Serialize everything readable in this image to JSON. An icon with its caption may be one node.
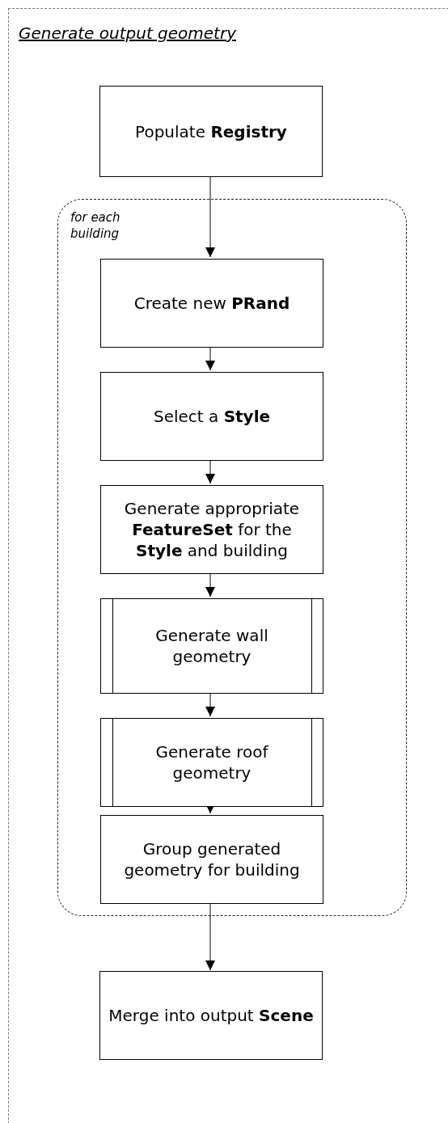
{
  "diagram": {
    "nodes": [
      {
        "text": [
          "Generate output geometry"
        ]
      },
      {
        "text": [
          "Populate **Registry**"
        ],
        "in": 0
      },
      {
        "text": [
          "for each building"
        ],
        "in": 0
      },
      {
        "text": [
          "Create new **PRand**"
        ],
        "in": 2
      },
      {
        "text": [
          "Select a **Style**"
        ],
        "in": 2
      },
      {
        "text": [
          "Generate appropriate **FeatureSet** for the **Style** and building"
        ],
        "in": 2
      },
      {
        "text": [
          "Generate wall geometry"
        ],
        "in": 2
      },
      {
        "text": [
          "Generate roof geometry"
        ],
        "in": 2
      },
      {
        "text": [
          "Group generated geometry for building"
        ],
        "in": 2
      },
      {
        "text": [
          "Merge into output **Scene**"
        ],
        "in": 0
      }
    ],
    "edges": [
      {
        "from": 1,
        "to": 3,
        "arrow": "to"
      },
      {
        "from": 3,
        "to": 4,
        "arrow": "to"
      },
      {
        "from": 4,
        "to": 5,
        "arrow": "to"
      },
      {
        "from": 5,
        "to": 6,
        "arrow": "to"
      },
      {
        "from": 6,
        "to": 7,
        "arrow": "to"
      },
      {
        "from": 7,
        "to": 8,
        "arrow": "to"
      },
      {
        "from": 8,
        "to": 9,
        "arrow": "to"
      }
    ]
  }
}
